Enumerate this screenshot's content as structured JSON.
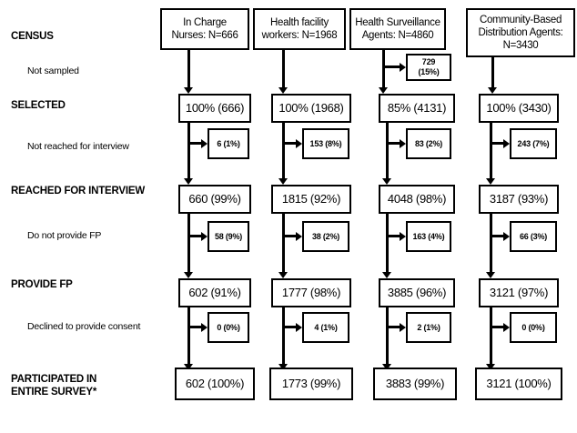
{
  "figure": {
    "type": "flowchart",
    "title": "Survey participation flow by provider cadre"
  },
  "row_labels": [
    {
      "id": "census",
      "text": "CENSUS",
      "bold": true
    },
    {
      "id": "not-sampled",
      "text": "Not sampled",
      "bold": false
    },
    {
      "id": "selected",
      "text": "SELECTED",
      "bold": true
    },
    {
      "id": "not-reached",
      "text": "Not reached for interview",
      "bold": false
    },
    {
      "id": "reached",
      "text": "REACHED FOR INTERVIEW",
      "bold": true
    },
    {
      "id": "no-fp",
      "text": "Do not provide FP",
      "bold": false
    },
    {
      "id": "provide-fp",
      "text": "PROVIDE FP",
      "bold": true
    },
    {
      "id": "declined",
      "text": "Declined to provide consent",
      "bold": false
    },
    {
      "id": "participated",
      "text": "PARTICIPATED IN\nENTIRE SURVEY*",
      "bold": true
    }
  ],
  "columns": [
    {
      "id": "in-charge-nurses",
      "header": "In Charge\nNurses: N=666",
      "census_n": 666,
      "selected": "100% (666)",
      "not_sampled": null,
      "not_reached": "6 (1%)",
      "reached": "660 (99%)",
      "no_fp": "58 (9%)",
      "provide_fp": "602 (91%)",
      "declined": "0 (0%)",
      "participated": "602 (100%)"
    },
    {
      "id": "health-facility-workers",
      "header": "Health facility\nworkers: N=1968",
      "census_n": 1968,
      "selected": "100% (1968)",
      "not_sampled": null,
      "not_reached": "153 (8%)",
      "reached": "1815 (92%)",
      "no_fp": "38 (2%)",
      "provide_fp": "1777 (98%)",
      "declined": "4 (1%)",
      "participated": "1773 (99%)"
    },
    {
      "id": "health-surveillance-agents",
      "header": "Health Surveillance\nAgents: N=4860",
      "census_n": 4860,
      "selected": "85% (4131)",
      "not_sampled": "729\n(15%)",
      "not_reached": "83 (2%)",
      "reached": "4048 (98%)",
      "no_fp": "163 (4%)",
      "provide_fp": "3885 (96%)",
      "declined": "2 (1%)",
      "participated": "3883 (99%)"
    },
    {
      "id": "community-based-distribution-agents",
      "header": "Community-Based\nDistribution Agents:\nN=3430",
      "census_n": 3430,
      "selected": "100% (3430)",
      "not_sampled": null,
      "not_reached": "243 (7%)",
      "reached": "3187 (93%)",
      "no_fp": "66 (3%)",
      "provide_fp": "3121 (97%)",
      "declined": "0 (0%)",
      "participated": "3121 (100%)"
    }
  ],
  "colors": {
    "stroke": "#000000",
    "background": "#ffffff"
  }
}
